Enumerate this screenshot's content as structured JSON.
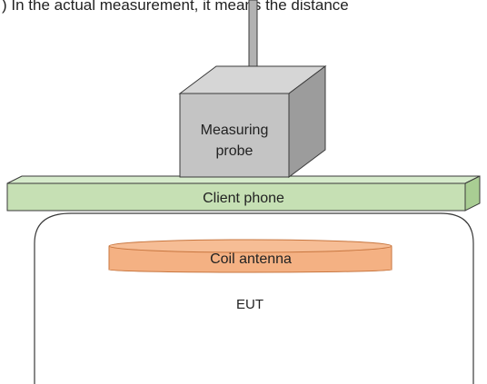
{
  "caption": ") In the actual measurement, it means the distance",
  "labels": {
    "probe_line1": "Measuring",
    "probe_line2": "probe",
    "client_phone": "Client phone",
    "coil_antenna": "Coil antenna",
    "eut": "EUT"
  },
  "colors": {
    "probe_front": "#c4c4c4",
    "probe_top": "#d6d6d6",
    "probe_side": "#9c9c9c",
    "phone_top": "#d6ebcb",
    "phone_front": "#c6e0b4",
    "phone_side": "#a9cd93",
    "coil_fill": "#f4b183",
    "coil_stroke": "#c8763f",
    "outline": "#3a3a3a"
  }
}
